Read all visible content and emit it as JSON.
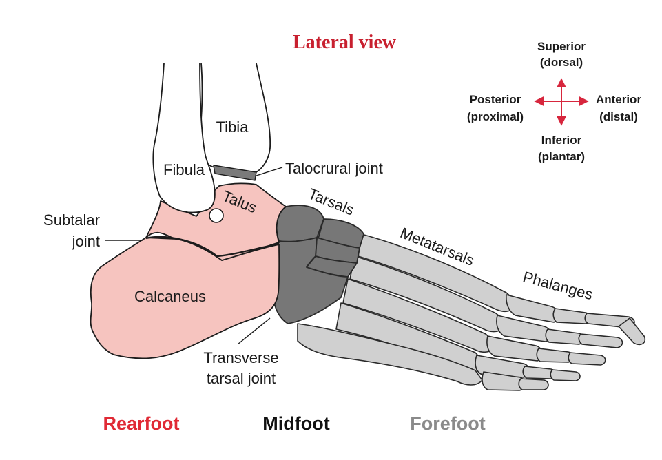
{
  "diagram": {
    "title": "Lateral view",
    "labels": {
      "tibia": "Tibia",
      "fibula": "Fibula",
      "talocrural_joint": "Talocrural joint",
      "talus": "Talus",
      "tarsals": "Tarsals",
      "metatarsals": "Metatarsals",
      "phalanges": "Phalanges",
      "subtalar_line1": "Subtalar",
      "subtalar_line2": "joint",
      "calcaneus": "Calcaneus",
      "transverse_line1": "Transverse",
      "transverse_line2": "tarsal joint"
    },
    "compass": {
      "superior": "Superior",
      "superior_sub": "(dorsal)",
      "inferior": "Inferior",
      "inferior_sub": "(plantar)",
      "posterior": "Posterior",
      "posterior_sub": "(proximal)",
      "anterior": "Anterior",
      "anterior_sub": "(distal)"
    },
    "regions": {
      "rearfoot": "Rearfoot",
      "midfoot": "Midfoot",
      "forefoot": "Forefoot"
    },
    "colors": {
      "title": "#c8202f",
      "arrows": "#d7263d",
      "rearfoot": "#e02a35",
      "midfoot": "#111111",
      "forefoot": "#8a8a8a",
      "rearfoot_fill": "#f6c4bf",
      "midfoot_fill": "#777777",
      "forefoot_fill": "#d0d0d0",
      "outline": "#1c1c1c"
    }
  }
}
